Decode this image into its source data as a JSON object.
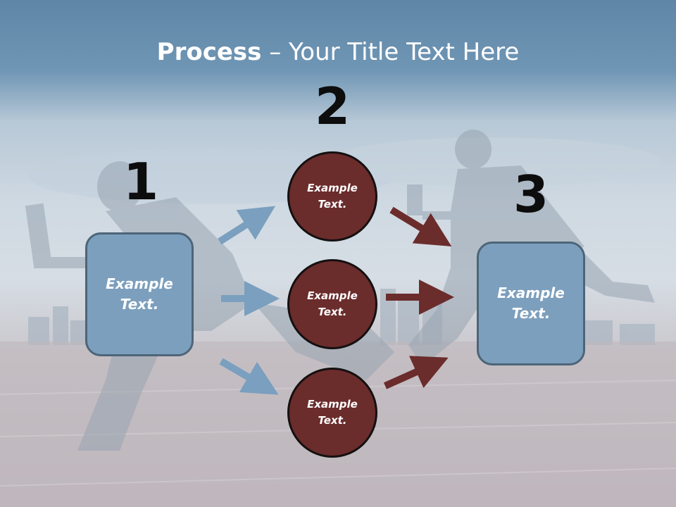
{
  "title": {
    "bold": "Process",
    "dash": " – ",
    "rest": "Your Title Text Here"
  },
  "steps": {
    "one": {
      "number": "1",
      "text": "Example\nText."
    },
    "two": {
      "number": "2",
      "items": [
        "Example\nText.",
        "Example\nText.",
        "Example\nText."
      ]
    },
    "three": {
      "number": "3",
      "text": "Example\nText."
    }
  },
  "colors": {
    "box_fill": "#7c9fbd",
    "circle_fill": "#6b2c2c",
    "blue_arrow": "#7a9fbf",
    "red_arrow": "#6b2c2c"
  }
}
